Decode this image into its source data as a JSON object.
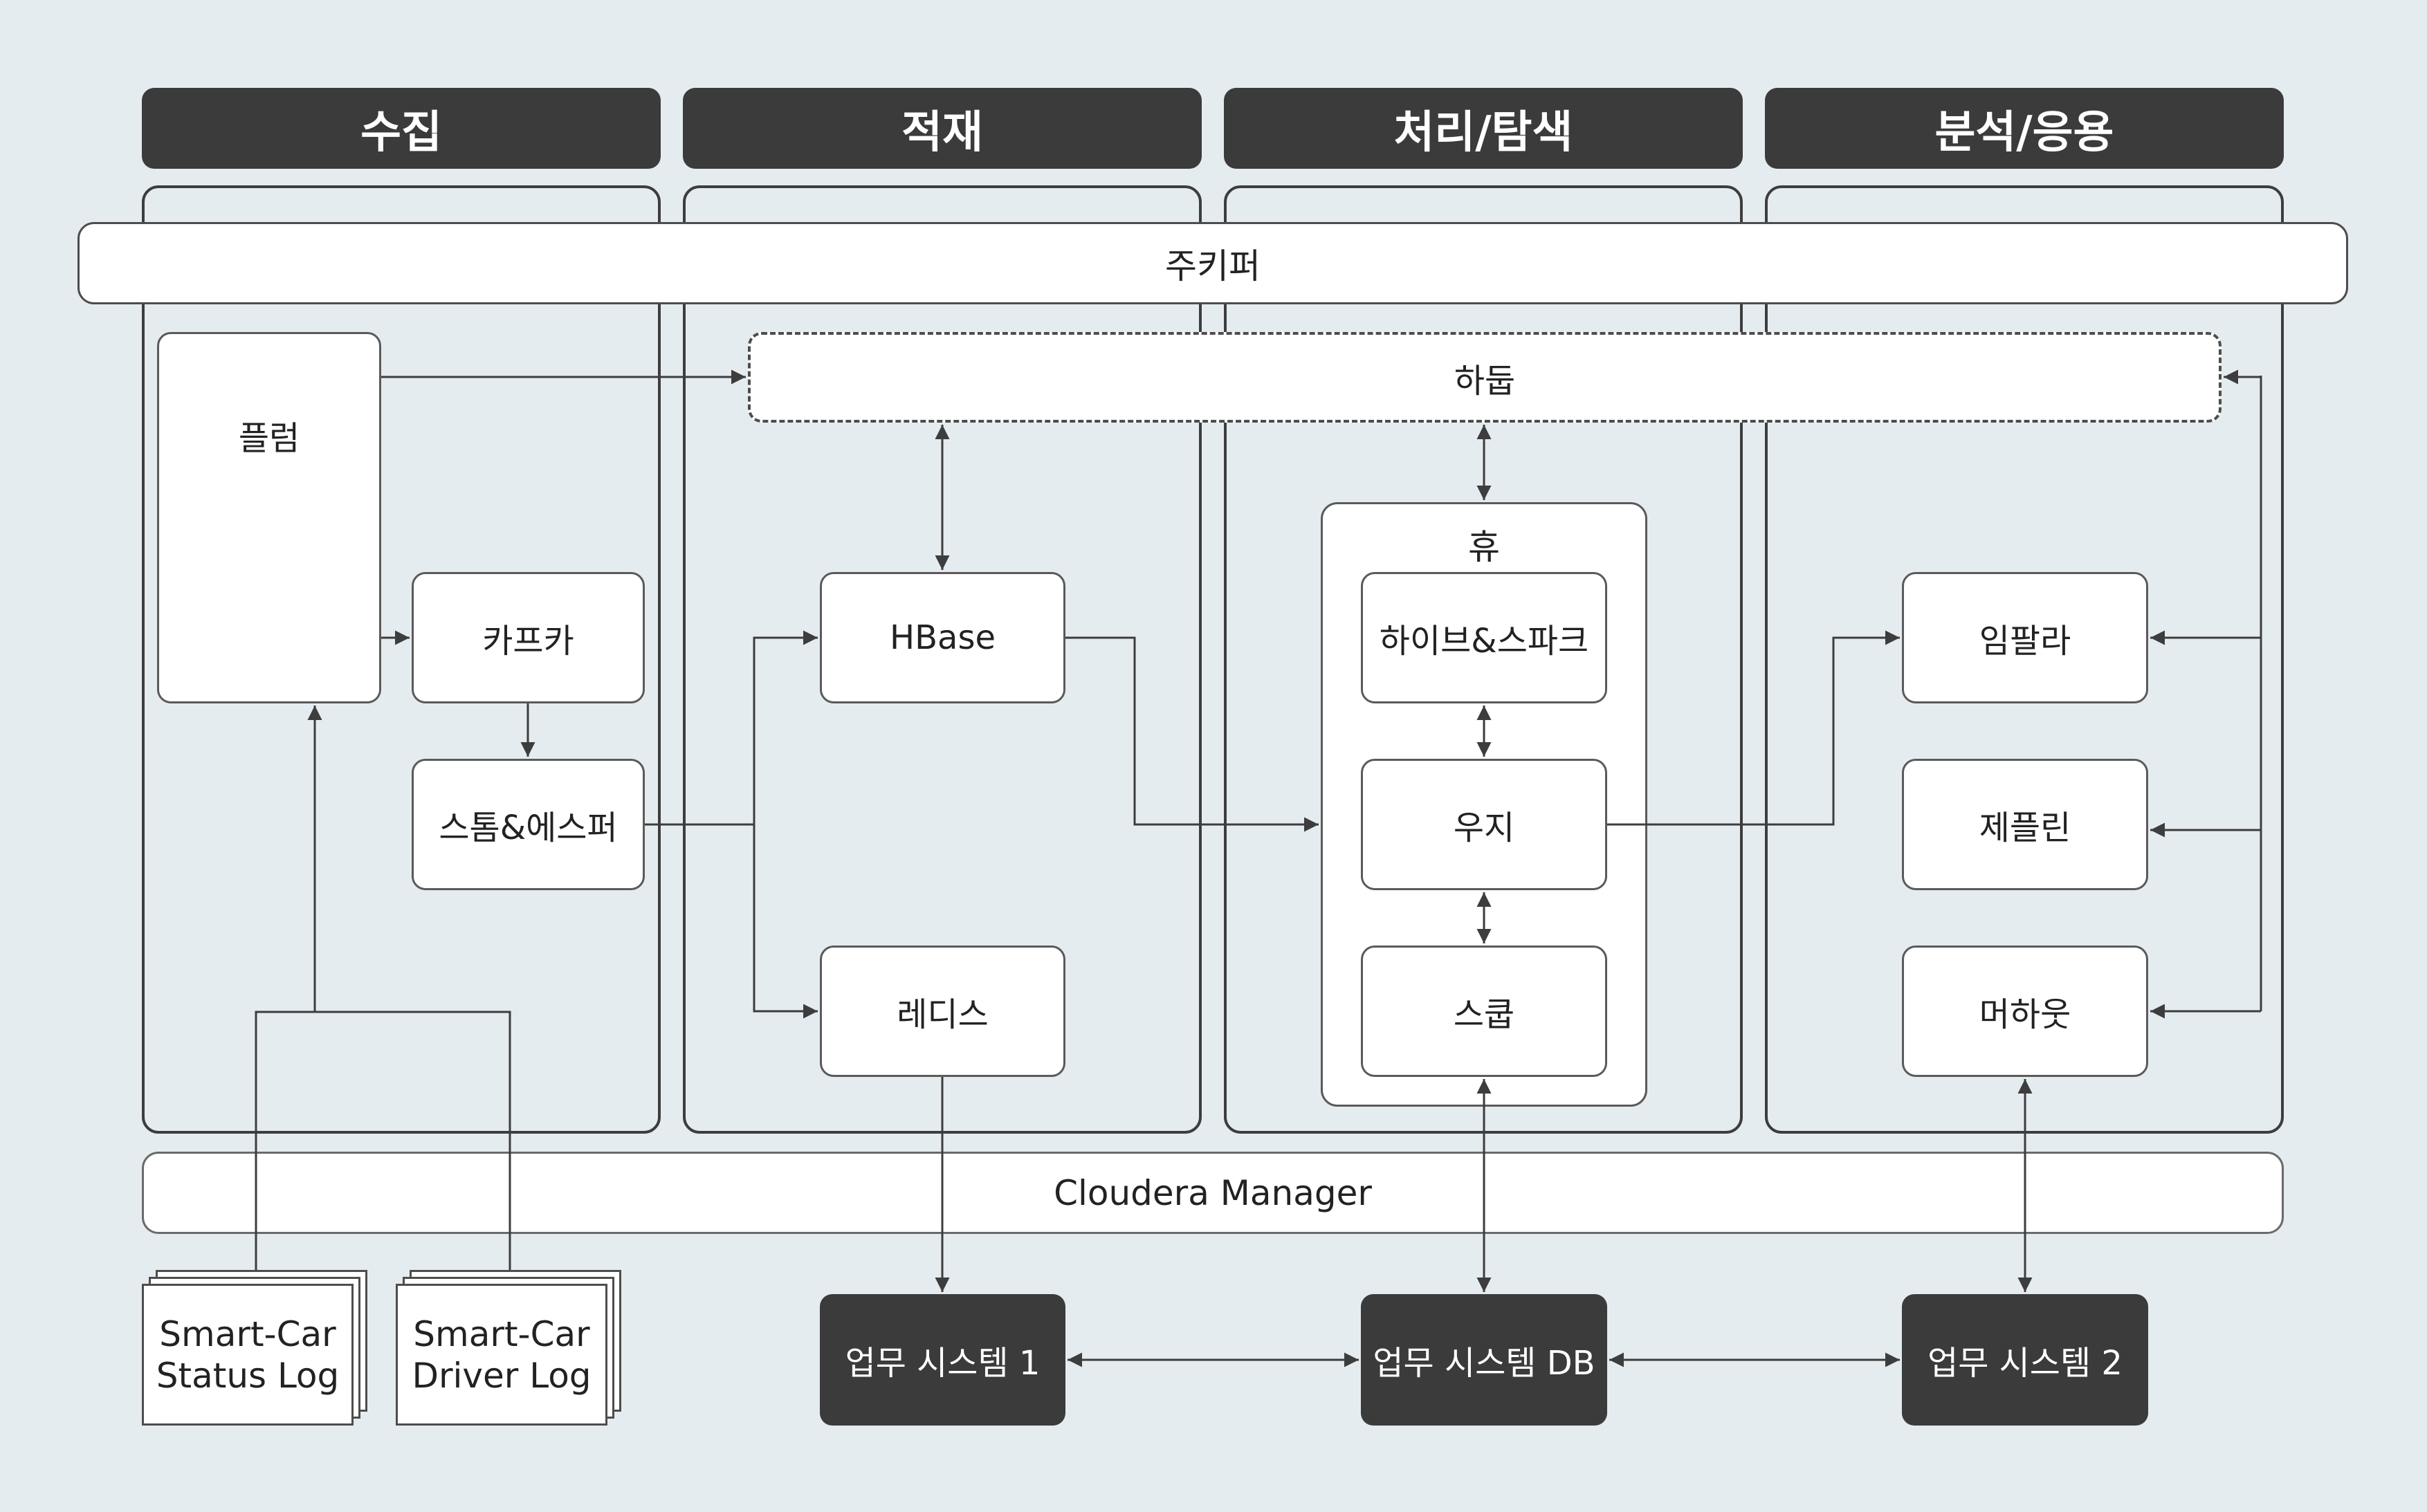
{
  "stages": [
    {
      "label": "수집"
    },
    {
      "label": "적재"
    },
    {
      "label": "처리/탐색"
    },
    {
      "label": "분석/응용"
    }
  ],
  "bands": {
    "zookeeper": "주키퍼",
    "cloudera_manager": "Cloudera Manager"
  },
  "nodes": {
    "hadoop": "하둡",
    "flume": "플럼",
    "kafka": "카프카",
    "storm_esper": "스톰&에스퍼",
    "hbase": "HBase",
    "redis": "레디스",
    "hue": "휴",
    "hive_spark": "하이브&스파크",
    "oozie": "우지",
    "sqoop": "스쿱",
    "impala": "임팔라",
    "zeppelin": "제플린",
    "mahout": "머하웃",
    "biz_system_1": "업무 시스템 1",
    "biz_system_db": "업무 시스템 DB",
    "biz_system_2": "업무 시스템 2"
  },
  "logs": [
    {
      "line1": "Smart-Car",
      "line2": "Status Log"
    },
    {
      "line1": "Smart-Car",
      "line2": "Driver Log"
    }
  ],
  "colors": {
    "background": "#e5ecf0",
    "dark_fill": "#3b3b3b",
    "line": "#3d3d3d"
  }
}
